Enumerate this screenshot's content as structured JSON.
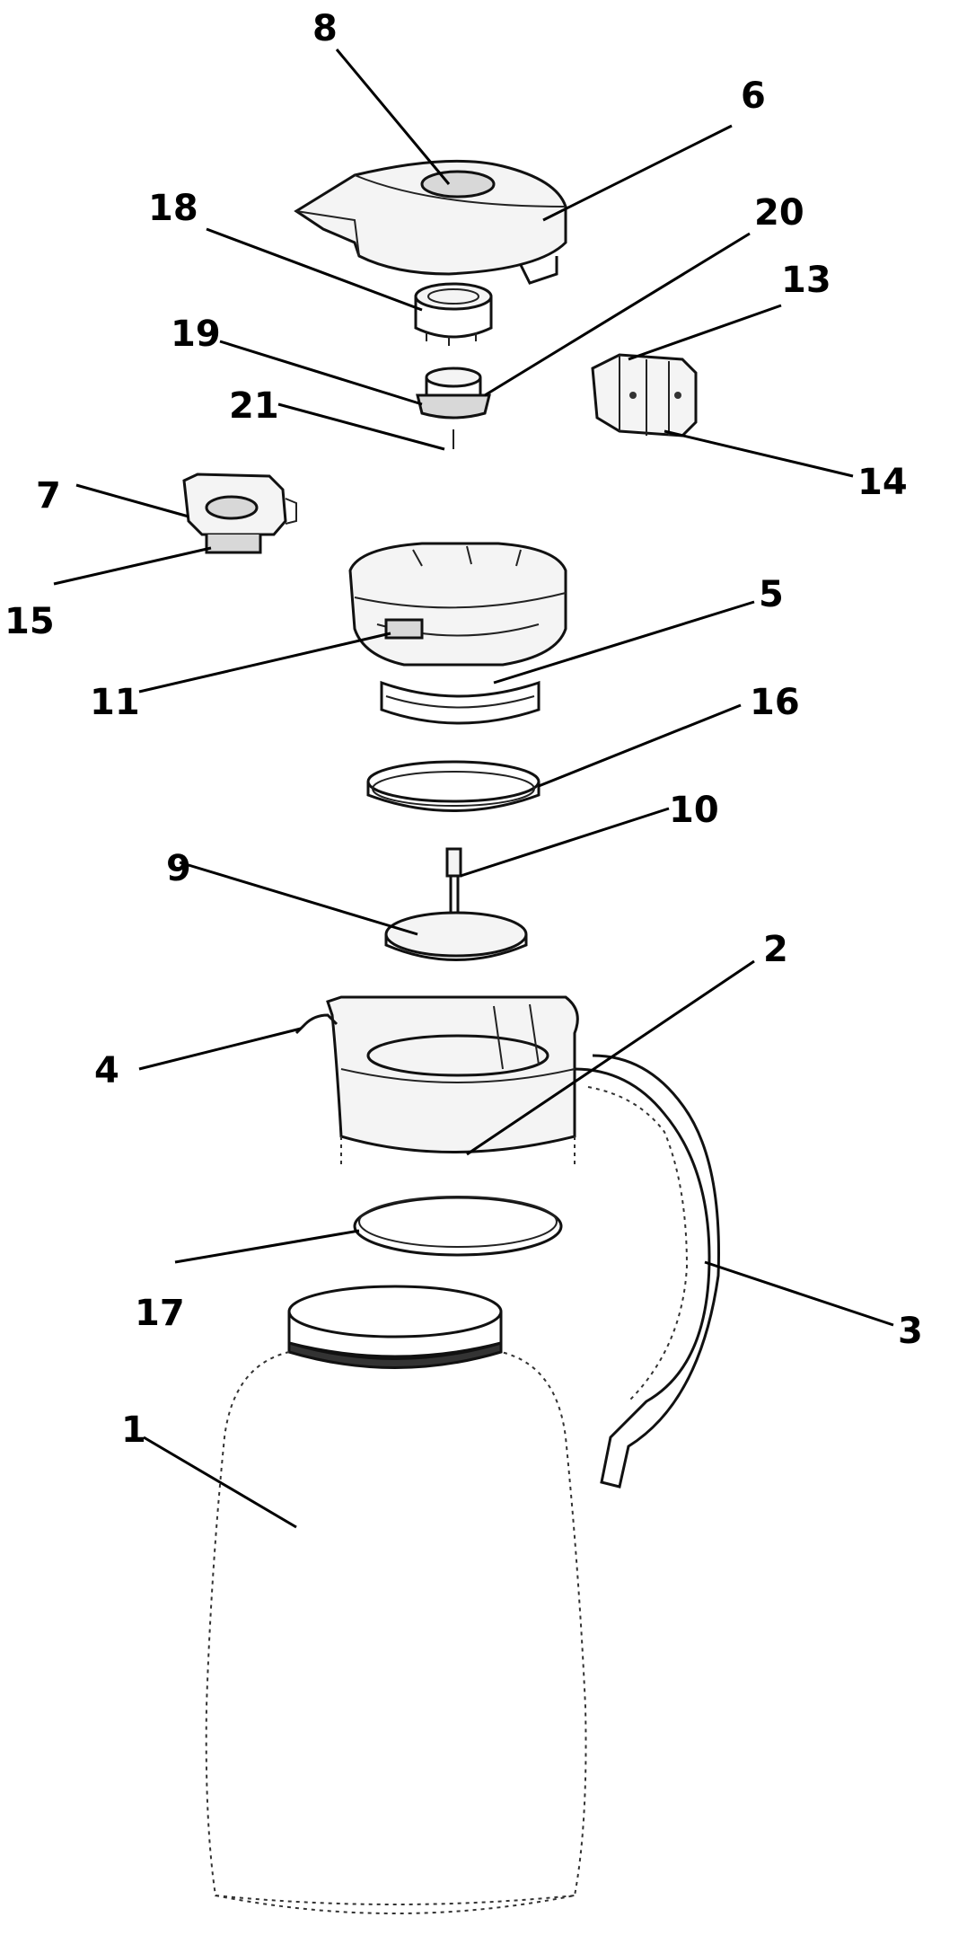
{
  "labels": [
    "1",
    "2",
    "3",
    "4",
    "5",
    "6",
    "7",
    "8",
    "9",
    "10",
    "11",
    "13",
    "14",
    "15",
    "16",
    "17",
    "18",
    "19",
    "20",
    "21"
  ]
}
